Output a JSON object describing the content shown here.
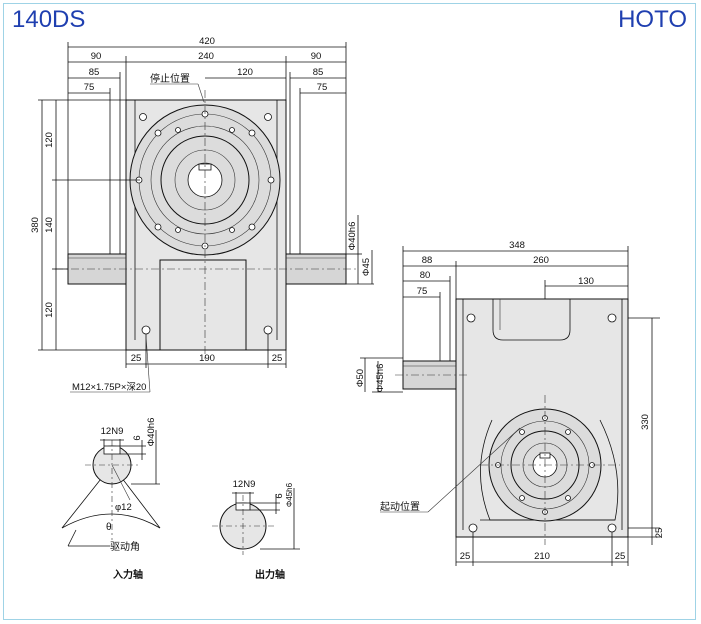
{
  "header": {
    "model": "140DS",
    "brand": "HOTO"
  },
  "front_view": {
    "dims_top": [
      "420",
      "90",
      "240",
      "90",
      "85",
      "120",
      "85",
      "75",
      "75"
    ],
    "dims_left": [
      "120",
      "380",
      "140",
      "120"
    ],
    "dims_bottom": [
      "25",
      "190",
      "25"
    ],
    "dims_right": [
      "Φ40h6",
      "Φ45"
    ],
    "stop_position": "停止位置",
    "thread_note": "M12×1.75P×深20"
  },
  "side_view": {
    "dims_top": [
      "348",
      "88",
      "260",
      "80",
      "130",
      "75"
    ],
    "dims_left": [
      "Φ50",
      "Φ45h6"
    ],
    "dims_right": [
      "330",
      "25"
    ],
    "dims_bottom": [
      "25",
      "210",
      "25"
    ],
    "start_position": "起动位置"
  },
  "input_shaft": {
    "keyway": "12N9",
    "depth": "6",
    "diameter": "Φ40h6",
    "hole": "φ12",
    "angle_symbol": "θ",
    "drive_angle": "驱动角",
    "caption": "入力轴"
  },
  "output_shaft": {
    "keyway": "12N9",
    "depth": "6",
    "diameter": "Φ45h6",
    "caption": "出力轴"
  }
}
